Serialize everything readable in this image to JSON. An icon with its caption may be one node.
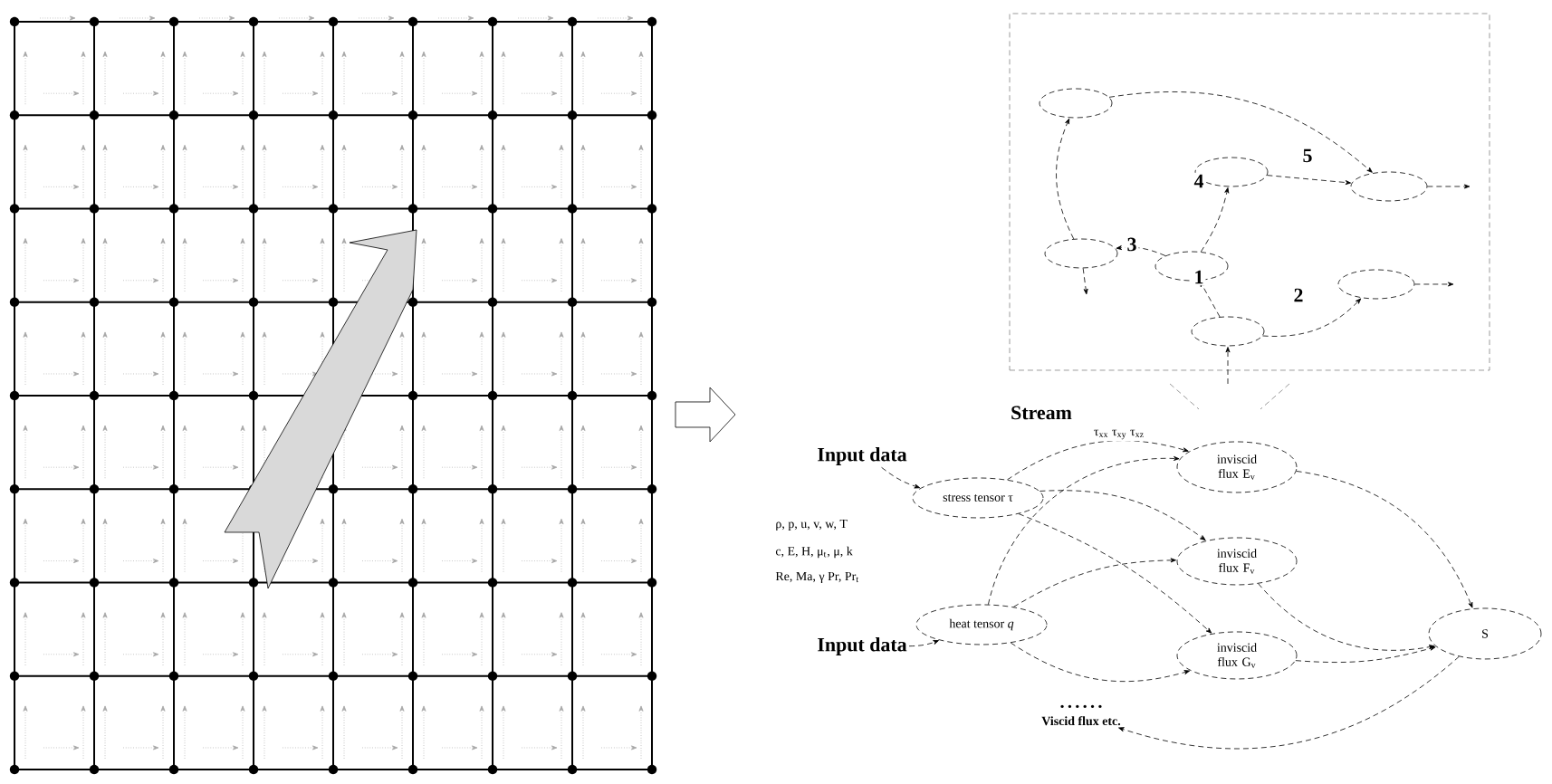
{
  "diagram": {
    "nodes": [
      {
        "text": [],
        "shape": "box"
      },
      {
        "text": [],
        "shape": "ellipse",
        "in": 0
      },
      {
        "text": [],
        "shape": "ellipse",
        "in": 0
      },
      {
        "text": [],
        "shape": "ellipse",
        "in": 0
      },
      {
        "text": [],
        "shape": "ellipse",
        "in": 0
      },
      {
        "text": [],
        "shape": "ellipse",
        "in": 0
      },
      {
        "text": [],
        "shape": "ellipse",
        "in": 0
      },
      {
        "text": [],
        "shape": "ellipse",
        "in": 0
      },
      {
        "text": [
          "stress tensor τ"
        ]
      },
      {
        "text": [
          "heat tensor *q*"
        ]
      },
      {
        "text": [
          "inviscid flux E$_{v}$"
        ]
      },
      {
        "text": [
          "inviscid flux F$_{v}$"
        ]
      },
      {
        "text": [
          "inviscid flux G$_{v}$"
        ]
      },
      {
        "text": [
          "S"
        ]
      },
      {
        "text": [
          "• • • • • •",
          "Viscid flux etc."
        ]
      },
      {
        "text": [
          "Input data"
        ]
      },
      {
        "text": [
          "Input data"
        ]
      }
    ],
    "edges": [
      {
        "from": 7,
        "to": 5,
        "arrow": "to",
        "label": "1"
      },
      {
        "from": 7,
        "to": 6,
        "arrow": "to",
        "label": "2"
      },
      {
        "from": 5,
        "to": 4,
        "arrow": "to",
        "label": "3"
      },
      {
        "from": 5,
        "to": 2,
        "arrow": "to",
        "label": "4"
      },
      {
        "from": 2,
        "to": 3,
        "arrow": "to",
        "label": "5"
      },
      {
        "from": 4,
        "to": 1,
        "arrow": "to"
      },
      {
        "from": 1,
        "to": 3,
        "arrow": "to"
      },
      {
        "from": 3,
        "to": null,
        "arrow": "to"
      },
      {
        "from": 6,
        "to": null,
        "arrow": "to"
      },
      {
        "from": null,
        "to": 7,
        "arrow": "to"
      },
      {
        "from": 4,
        "to": null,
        "arrow": "to"
      },
      {
        "from": 15,
        "to": 8,
        "arrow": "to"
      },
      {
        "from": 16,
        "to": 9,
        "arrow": "to"
      },
      {
        "from": 8,
        "to": 10,
        "arrow": "to",
        "label": "τ$_{xx}$ τ$_{xy}$ τ$_{xz}$"
      },
      {
        "from": 8,
        "to": 11,
        "arrow": "to"
      },
      {
        "from": 8,
        "to": 12,
        "arrow": "to"
      },
      {
        "from": 9,
        "to": 10,
        "arrow": "to"
      },
      {
        "from": 9,
        "to": 11,
        "arrow": "to"
      },
      {
        "from": 9,
        "to": 12,
        "arrow": "to"
      },
      {
        "from": 10,
        "to": 13,
        "arrow": "to"
      },
      {
        "from": 11,
        "to": 13,
        "arrow": "to"
      },
      {
        "from": 12,
        "to": 13,
        "arrow": "to"
      },
      {
        "from": 13,
        "to": 14,
        "arrow": "to"
      }
    ],
    "labels": [
      "Stream",
      "ρ, p, u, v, w, T",
      "c, E, H, μ$_{t}$, μ, k",
      "Re, Ma, γ Pr, Pr$_{t}$"
    ]
  }
}
